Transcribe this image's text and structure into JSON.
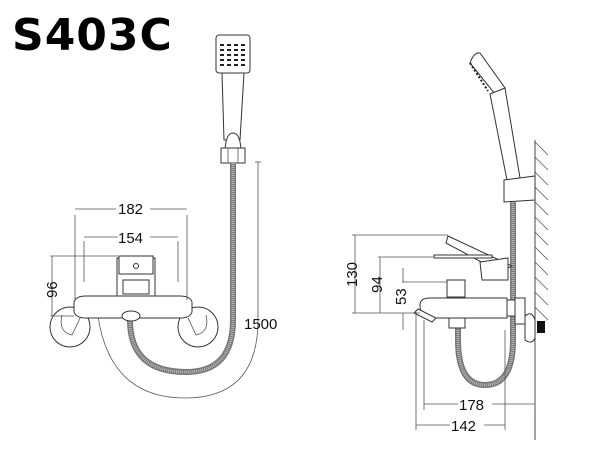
{
  "title": "S403C",
  "front_view": {
    "dimensions": {
      "overall_width": "182",
      "inlet_spacing": "154",
      "height": "96",
      "hose_length": "1500"
    }
  },
  "side_view": {
    "dimensions": {
      "lever_height": "130",
      "body_height": "94",
      "spout_height": "53",
      "depth_total": "178",
      "spout_projection": "142"
    }
  },
  "colors": {
    "line": "#333333",
    "dimension_line": "#555555",
    "text": "#111111",
    "background": "#ffffff"
  }
}
